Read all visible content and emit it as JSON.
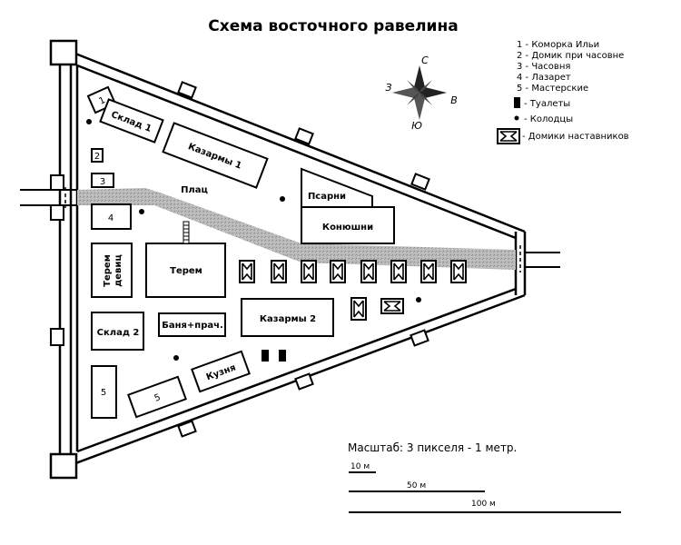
{
  "title": "Схема восточного равелина",
  "compass": {
    "n": "С",
    "s": "Ю",
    "w": "З",
    "e": "В"
  },
  "legend": {
    "items": [
      "1 - Коморка Ильи",
      "2 - Домик при часовне",
      "3 - Часовня",
      "4 - Лазарет",
      "5 - Мастерские"
    ],
    "toilets": "- Туалеты",
    "wells": "- Колодцы",
    "mentor_houses": "- Домики наставников"
  },
  "buildings": {
    "b1": "1",
    "sklad1": "Склад 1",
    "b2": "2",
    "b3": "3",
    "b4": "4",
    "kazarmy1": "Казармы 1",
    "plats": "Плац",
    "psarni": "Псарни",
    "konyushni": "Конюшни",
    "terem_devits_1": "Терем",
    "terem_devits_2": "девиц",
    "terem": "Терем",
    "kazarmy2": "Казармы 2",
    "sklad2": "Склад 2",
    "banya": "Баня+прач.",
    "kuznya": "Кузня",
    "b5a": "5",
    "b5b": "5"
  },
  "scale": {
    "caption": "Масштаб: 3 пикселя - 1 метр.",
    "s10": "10 м",
    "s50": "50 м",
    "s100": "100 м"
  }
}
